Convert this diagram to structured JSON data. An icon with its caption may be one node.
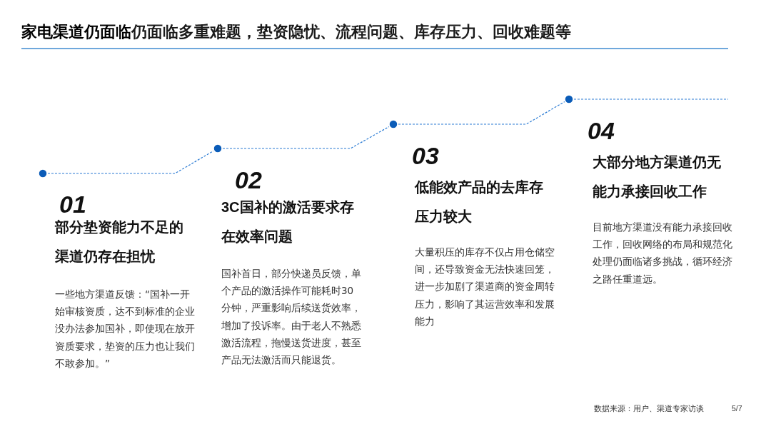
{
  "diagram": {
    "title": "**家电渠道仍面临**仍面临多重难题，垫资隐忧、流程问题、库存压力、回收难题等",
    "nodes": [
      {
        "text": [],
        "shape": "circle",
        "beside": [
          "01",
          "部分垫资能力不足的渠道仍存在担忧",
          "一些地方渠道反馈：“国补一开始审核资质，达不到标准的企业没办法参加国补，即使现在放开资质要求，垫资的压力也让我们不敢参加。”"
        ]
      },
      {
        "text": [],
        "shape": "circle",
        "beside": [
          "02",
          "3C国补的激活要求存在效率问题",
          "国补首日，部分快递员反馈，单个产品的激活操作可能耗时30分钟，严重影响后续送货效率，增加了投诉率。由于老人不熟悉激活流程，拖慢送货进度，甚至产品无法激活而只能退货。"
        ]
      },
      {
        "text": [],
        "shape": "circle",
        "beside": [
          "03",
          "低能效产品的去库存压力较大",
          "大量积压的库存不仅占用仓储空间，还导致资金无法快速回笼，进一步加剧了渠道商的资金周转压力，影响了其运营效率和发展能力"
        ]
      },
      {
        "text": [],
        "shape": "circle",
        "beside": [
          "04",
          "大部分地方渠道仍无能力承接回收工作",
          "目前地方渠道没有能力承接回收工作，回收网络的布局和规范化处理仍面临诸多挑战，循环经济之路任重道远。"
        ]
      }
    ],
    "edges": [
      {
        "from": 0,
        "to": 1,
        "arrow": "none",
        "style": "dashed"
      },
      {
        "from": 1,
        "to": 2,
        "arrow": "none",
        "style": "dashed"
      },
      {
        "from": 2,
        "to": 3,
        "arrow": "none",
        "style": "dashed"
      },
      {
        "from": 3,
        "to": null,
        "arrow": "none",
        "style": "dashed"
      }
    ],
    "labels": [
      "数据来源：用户、渠道专家访谈",
      "5/7"
    ]
  }
}
